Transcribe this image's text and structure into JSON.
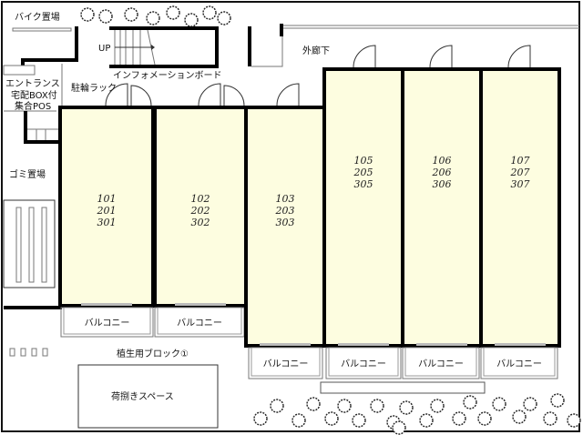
{
  "labels": {
    "bike_parking": "バイク置場",
    "stairs_up": "UP",
    "info_board": "インフォメーションボード",
    "outer_corridor": "外廊下",
    "entrance": "エントランス",
    "delivery_box": "宅配BOX付",
    "mailbox": "集合POS",
    "bicycle_rack": "駐輪ラック",
    "garbage": "ゴミ置場",
    "planting_block": "植生用ブロック①",
    "loading_space": "荷捌きスペース"
  },
  "units": [
    {
      "l1": "101",
      "l2": "201",
      "l3": "301"
    },
    {
      "l1": "102",
      "l2": "202",
      "l3": "302"
    },
    {
      "l1": "103",
      "l2": "203",
      "l3": "303"
    },
    {
      "l1": "105",
      "l2": "205",
      "l3": "305"
    },
    {
      "l1": "106",
      "l2": "206",
      "l3": "306"
    },
    {
      "l1": "107",
      "l2": "207",
      "l3": "307"
    }
  ],
  "balconies": [
    "バルコニー",
    "バルコニー",
    "バルコニー",
    "バルコニー",
    "バルコニー",
    "バルコニー"
  ],
  "colors": {
    "unit_fill": "#fdfde0",
    "wall": "#000000"
  }
}
